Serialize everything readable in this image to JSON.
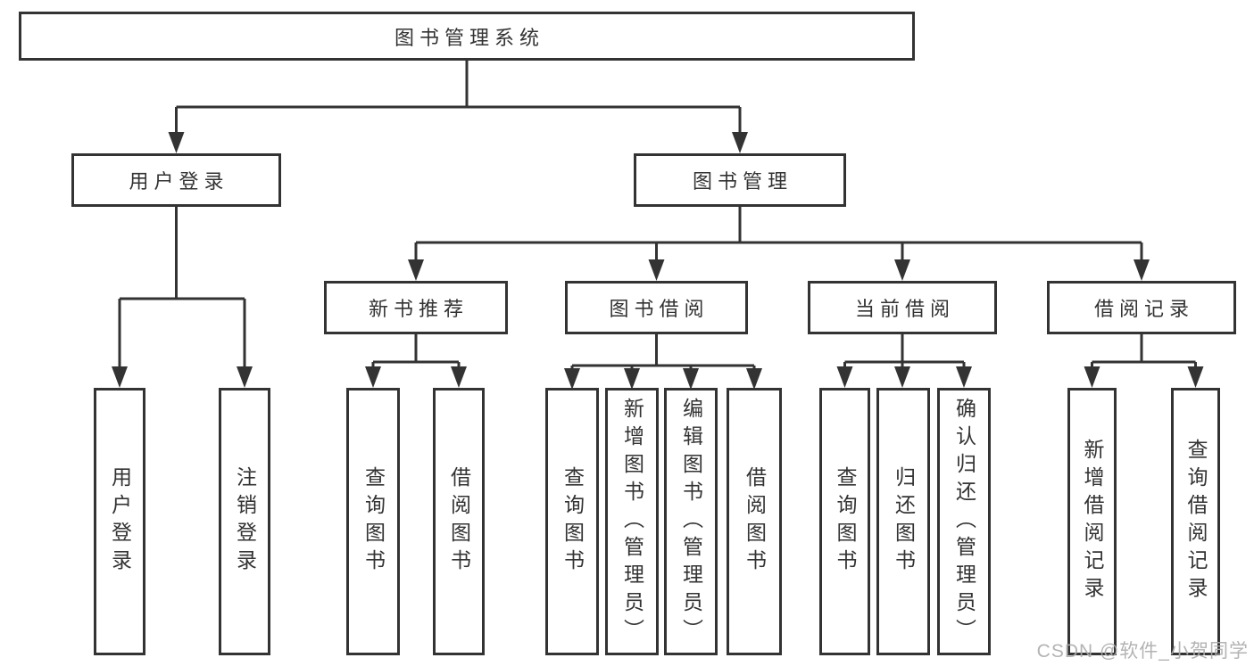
{
  "tree": {
    "label": "图书管理系统",
    "children": [
      {
        "label": "用户登录",
        "children": [
          {
            "label": "用户登录"
          },
          {
            "label": "注销登录"
          }
        ]
      },
      {
        "label": "图书管理",
        "children": [
          {
            "label": "新书推荐",
            "children": [
              {
                "label": "查询图书"
              },
              {
                "label": "借阅图书"
              }
            ]
          },
          {
            "label": "图书借阅",
            "children": [
              {
                "label": "查询图书"
              },
              {
                "label": "新增图书（管理员）"
              },
              {
                "label": "编辑图书（管理员）"
              },
              {
                "label": "借阅图书"
              }
            ]
          },
          {
            "label": "当前借阅",
            "children": [
              {
                "label": "查询图书"
              },
              {
                "label": "归还图书"
              },
              {
                "label": "确认归还（管理员）"
              }
            ]
          },
          {
            "label": "借阅记录",
            "children": [
              {
                "label": "新增借阅记录"
              },
              {
                "label": "查询借阅记录"
              }
            ]
          }
        ]
      }
    ]
  },
  "watermark": {
    "text": "CSDN @软件_小贺同学"
  },
  "colors": {
    "line": "#333333",
    "text": "#333333",
    "background": "#ffffff",
    "watermark": "#acacac"
  }
}
